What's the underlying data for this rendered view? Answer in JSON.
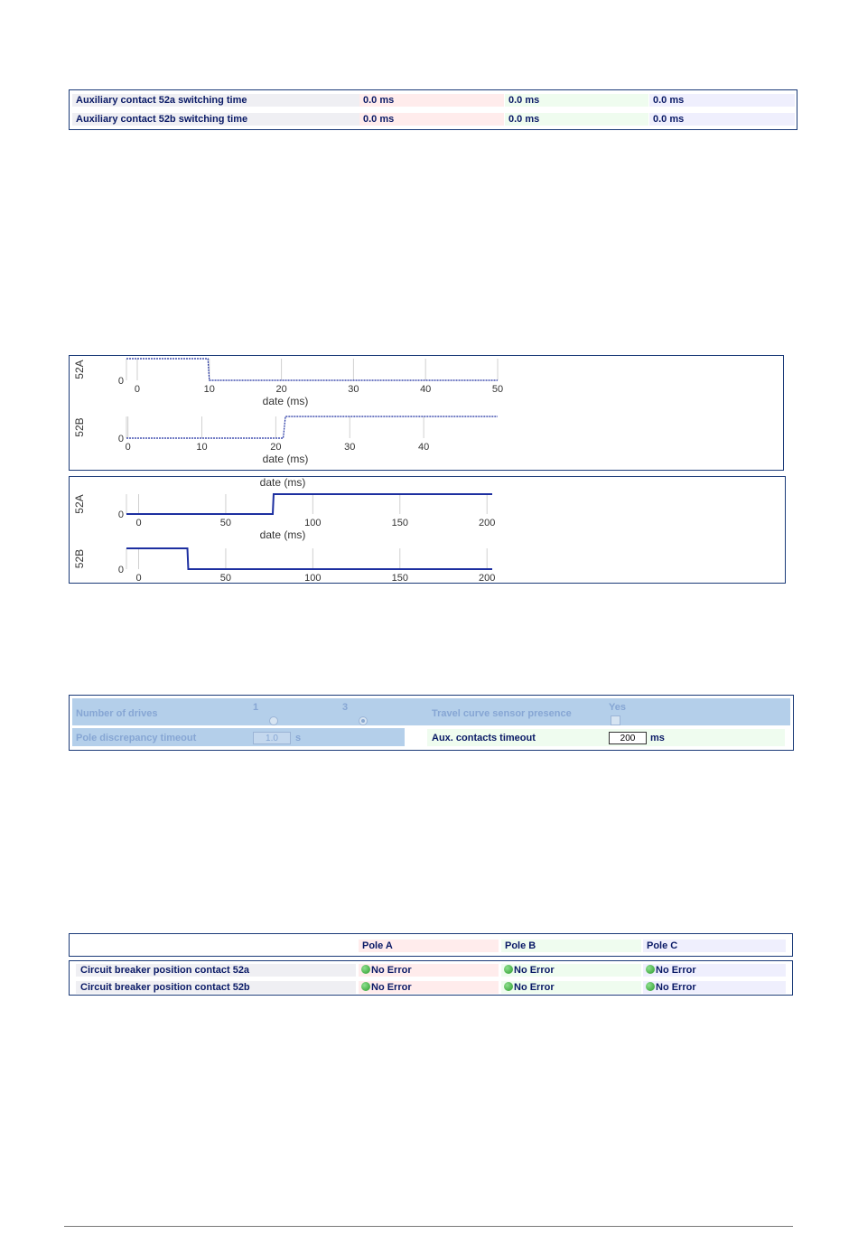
{
  "aux_table": {
    "rows": [
      {
        "label": "Auxiliary contact 52a switching time",
        "a": "0.0 ms",
        "b": "0.0 ms",
        "c": "0.0 ms"
      },
      {
        "label": "Auxiliary contact 52b switching time",
        "a": "0.0 ms",
        "b": "0.0 ms",
        "c": "0.0 ms"
      }
    ]
  },
  "chart_data": [
    {
      "type": "line",
      "panel": "upper",
      "ylabel": "52A",
      "xlabel": "date (ms)",
      "xlim": [
        -1.5,
        50
      ],
      "xticks": [
        0,
        10,
        20,
        30,
        40,
        50
      ],
      "yticks": [
        0
      ],
      "series": [
        {
          "x": [
            -1.5,
            9.8,
            10,
            50
          ],
          "y": [
            1,
            1,
            0,
            0
          ]
        }
      ]
    },
    {
      "type": "line",
      "panel": "upper",
      "ylabel": "52B",
      "xlabel": "date (ms)",
      "xlim": [
        -0.2,
        50
      ],
      "xticks": [
        0,
        10,
        20,
        30,
        40
      ],
      "yticks": [
        0
      ],
      "series": [
        {
          "x": [
            -0.2,
            21.0,
            21.3,
            50
          ],
          "y": [
            0,
            0,
            1,
            1
          ]
        }
      ]
    },
    {
      "type": "line",
      "panel": "lower",
      "ylabel": "52A",
      "xlabel": "date (ms)",
      "xlim": [
        -7,
        203
      ],
      "xticks": [
        0,
        50,
        100,
        150,
        200
      ],
      "yticks": [
        0
      ],
      "series": [
        {
          "x": [
            -7,
            77,
            77.5,
            203
          ],
          "y": [
            0,
            0,
            1,
            1
          ]
        }
      ]
    },
    {
      "type": "line",
      "panel": "lower",
      "ylabel": "52B",
      "xlabel": "",
      "xlim": [
        -7,
        203
      ],
      "xticks": [
        0,
        50,
        100,
        150,
        200
      ],
      "yticks": [
        0
      ],
      "series": [
        {
          "x": [
            -7,
            28,
            28.5,
            203
          ],
          "y": [
            1,
            1,
            0,
            0
          ]
        }
      ]
    }
  ],
  "settings": {
    "num_drives_label": "Number of drives",
    "drive_opt1": "1",
    "drive_opt3": "3",
    "travel_sensor_label": "Travel curve sensor presence",
    "travel_yes": "Yes",
    "pole_disc_label": "Pole discrepancy timeout",
    "pole_disc_value": "1.0",
    "pole_disc_unit": "s",
    "aux_timeout_label": "Aux. contacts timeout",
    "aux_timeout_value": "200",
    "aux_timeout_unit": "ms"
  },
  "cb_table": {
    "headers": [
      "Pole A",
      "Pole B",
      "Pole C"
    ],
    "rows": [
      {
        "label": "Circuit breaker position contact 52a",
        "a": "No Error",
        "b": "No Error",
        "c": "No Error"
      },
      {
        "label": "Circuit breaker position contact 52b",
        "a": "No Error",
        "b": "No Error",
        "c": "No Error"
      }
    ]
  },
  "colors": {
    "line": "#1d2fa0",
    "grid": "#d0d0d0",
    "dark_text": "#0a1a66",
    "status_ok": "#2a9a2a"
  }
}
